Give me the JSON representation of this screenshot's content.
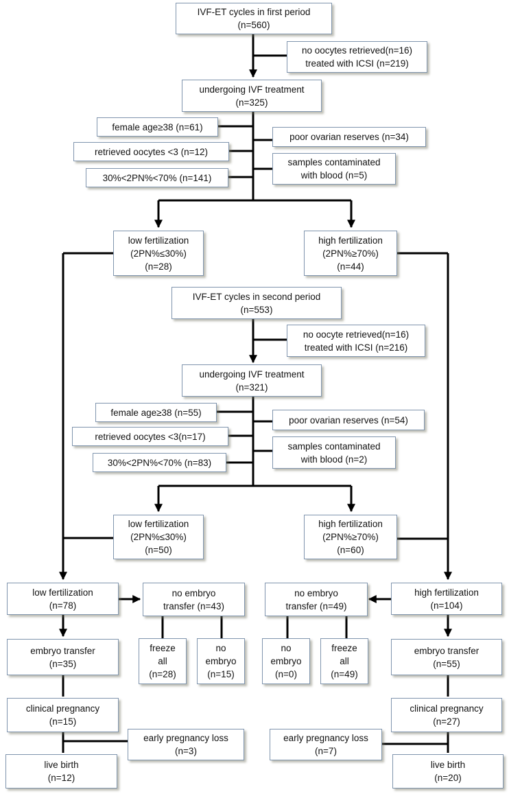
{
  "boxes": {
    "p1_start": [
      "IVF-ET cycles in first period",
      "(n=560)"
    ],
    "p1_excl": [
      "no oocytes retrieved(n=16)",
      "treated with ICSI (n=219)"
    ],
    "p1_ivf": [
      "undergoing IVF treatment",
      "(n=325)"
    ],
    "p1_age": [
      "female age≥38  (n=61)"
    ],
    "p1_ret": [
      "retrieved oocytes <3 (n=12)"
    ],
    "p1_pn": [
      "30%<2PN%<70% (n=141)"
    ],
    "p1_poor": [
      "poor ovarian reserves (n=34)"
    ],
    "p1_blood": [
      "samples contaminated",
      "with blood (n=5)"
    ],
    "p1_low": [
      "low fertilization",
      "(2PN%≤30%)",
      "(n=28)"
    ],
    "p1_high": [
      "high fertilization",
      "(2PN%≥70%)",
      "(n=44)"
    ],
    "p2_start": [
      "IVF-ET cycles in second period",
      "(n=553)"
    ],
    "p2_excl": [
      "no oocyte retrieved(n=16)",
      "treated with ICSI (n=216)"
    ],
    "p2_ivf": [
      "undergoing IVF treatment",
      "(n=321)"
    ],
    "p2_age": [
      "female age≥38  (n=55)"
    ],
    "p2_ret": [
      "retrieved oocytes <3(n=17)"
    ],
    "p2_pn": [
      "30%<2PN%<70% (n=83)"
    ],
    "p2_poor": [
      "poor ovarian reserves (n=54)"
    ],
    "p2_blood": [
      "samples contaminated",
      "with blood (n=2)"
    ],
    "p2_low": [
      "low fertilization",
      "(2PN%≤30%)",
      "(n=50)"
    ],
    "p2_high": [
      "high fertilization",
      "(2PN%≥70%)",
      "(n=60)"
    ],
    "low_total": [
      "low fertilization",
      "(n=78)"
    ],
    "low_noet": [
      "no embryo",
      "transfer (n=43)"
    ],
    "low_freeze": [
      "freeze",
      "all",
      "(n=28)"
    ],
    "low_noemb": [
      "no",
      "embryo",
      "(n=15)"
    ],
    "low_et": [
      "embryo transfer",
      "(n=35)"
    ],
    "low_preg": [
      "clinical pregnancy",
      "(n=15)"
    ],
    "low_loss": [
      "early pregnancy  loss",
      "(n=3)"
    ],
    "low_birth": [
      "live birth",
      "(n=12)"
    ],
    "high_total": [
      "high fertilization",
      "(n=104)"
    ],
    "high_noet": [
      "no embryo",
      "transfer (n=49)"
    ],
    "high_noemb": [
      "no",
      "embryo",
      "(n=0)"
    ],
    "high_freeze": [
      "freeze",
      "all",
      "(n=49)"
    ],
    "high_et": [
      "embryo transfer",
      "(n=55)"
    ],
    "high_preg": [
      "clinical pregnancy",
      "(n=27)"
    ],
    "high_loss": [
      "early pregnancy  loss",
      "(n=7)"
    ],
    "high_birth": [
      "live birth",
      "(n=20)"
    ]
  }
}
